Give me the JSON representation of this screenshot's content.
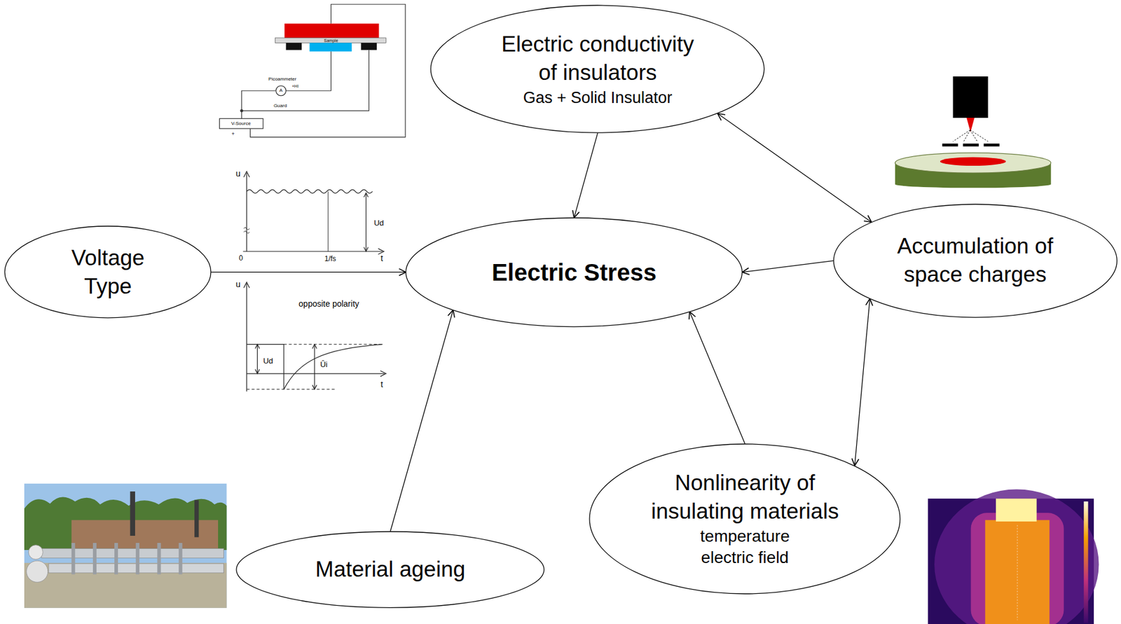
{
  "diagram": {
    "nodes": [
      {
        "text": [
          "Electric conductivity of insulators",
          "Gas + Solid Insulator"
        ]
      },
      {
        "text": [
          "Voltage Type"
        ]
      },
      {
        "text": [
          "Electric Stress"
        ]
      },
      {
        "text": [
          "Accumulation of space charges"
        ]
      },
      {
        "text": [
          "Nonlinearity of insulating materials",
          "temperature",
          "electric field"
        ]
      },
      {
        "text": [
          "Material ageing"
        ]
      }
    ],
    "edges": [
      {
        "from": 0,
        "to": 2,
        "arrow": "to"
      },
      {
        "from": 0,
        "to": 3,
        "arrow": "both"
      },
      {
        "from": 1,
        "to": 2,
        "arrow": "to"
      },
      {
        "from": 3,
        "to": 2,
        "arrow": "to"
      },
      {
        "from": 4,
        "to": 2,
        "arrow": "to"
      },
      {
        "from": 5,
        "to": 2,
        "arrow": "to"
      },
      {
        "from": 3,
        "to": 4,
        "arrow": "both"
      }
    ],
    "labels": [
      "Sample",
      "Picoammeter",
      "A",
      "+HI",
      "Guard",
      "V-Source",
      "+",
      "u",
      "0",
      "1/fs",
      "t",
      "Ud",
      "u",
      "opposite polarity",
      "Ud",
      "Ûi",
      "t"
    ]
  }
}
